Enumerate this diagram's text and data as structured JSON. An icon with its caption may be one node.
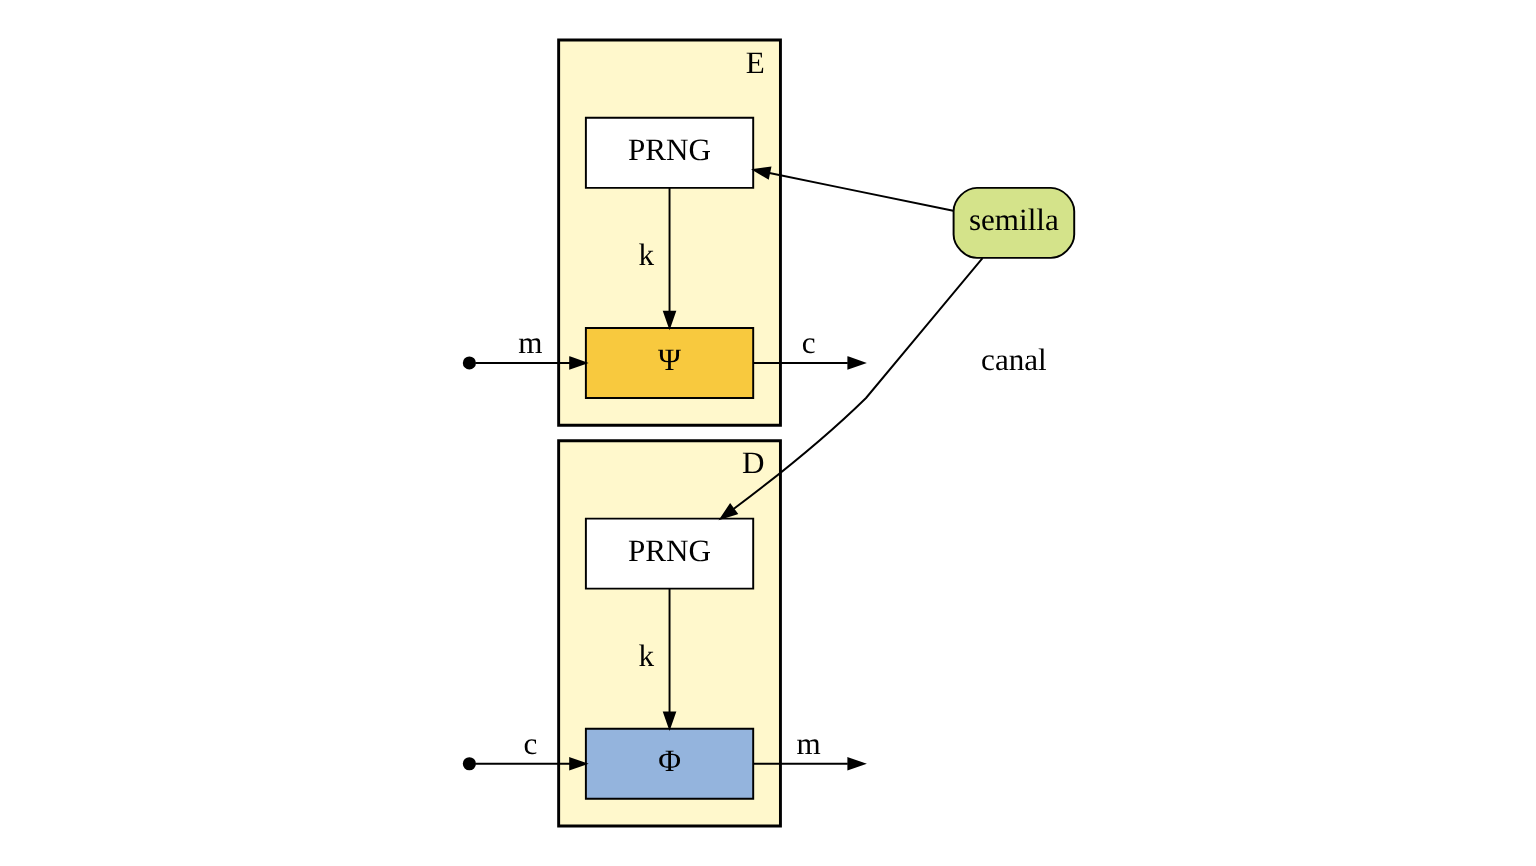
{
  "diagram": {
    "nodes": [
      {
        "text": [
          "semilla"
        ]
      },
      {
        "text": [
          "E"
        ]
      },
      {
        "text": [
          "PRNG"
        ],
        "in": 1
      },
      {
        "text": [
          "Ψ"
        ],
        "in": 1
      },
      {
        "text": [
          "D"
        ]
      },
      {
        "text": [
          "PRNG"
        ],
        "in": 4
      },
      {
        "text": [
          "Φ"
        ],
        "in": 4
      }
    ],
    "edges": [
      {
        "from": 0,
        "to": 2,
        "arrow": "to"
      },
      {
        "from": 0,
        "to": 5,
        "arrow": "to"
      },
      {
        "from": 2,
        "to": 3,
        "label": "k",
        "arrow": "to"
      },
      {
        "from": 5,
        "to": 6,
        "label": "k",
        "arrow": "to"
      },
      {
        "from": null,
        "to": 3,
        "label": "m",
        "arrow": "to"
      },
      {
        "from": 3,
        "to": null,
        "label": "c",
        "arrow": "to"
      },
      {
        "from": null,
        "to": 6,
        "label": "c",
        "arrow": "to"
      },
      {
        "from": 6,
        "to": null,
        "label": "m",
        "arrow": "to"
      }
    ],
    "labels": [
      "canal"
    ]
  }
}
